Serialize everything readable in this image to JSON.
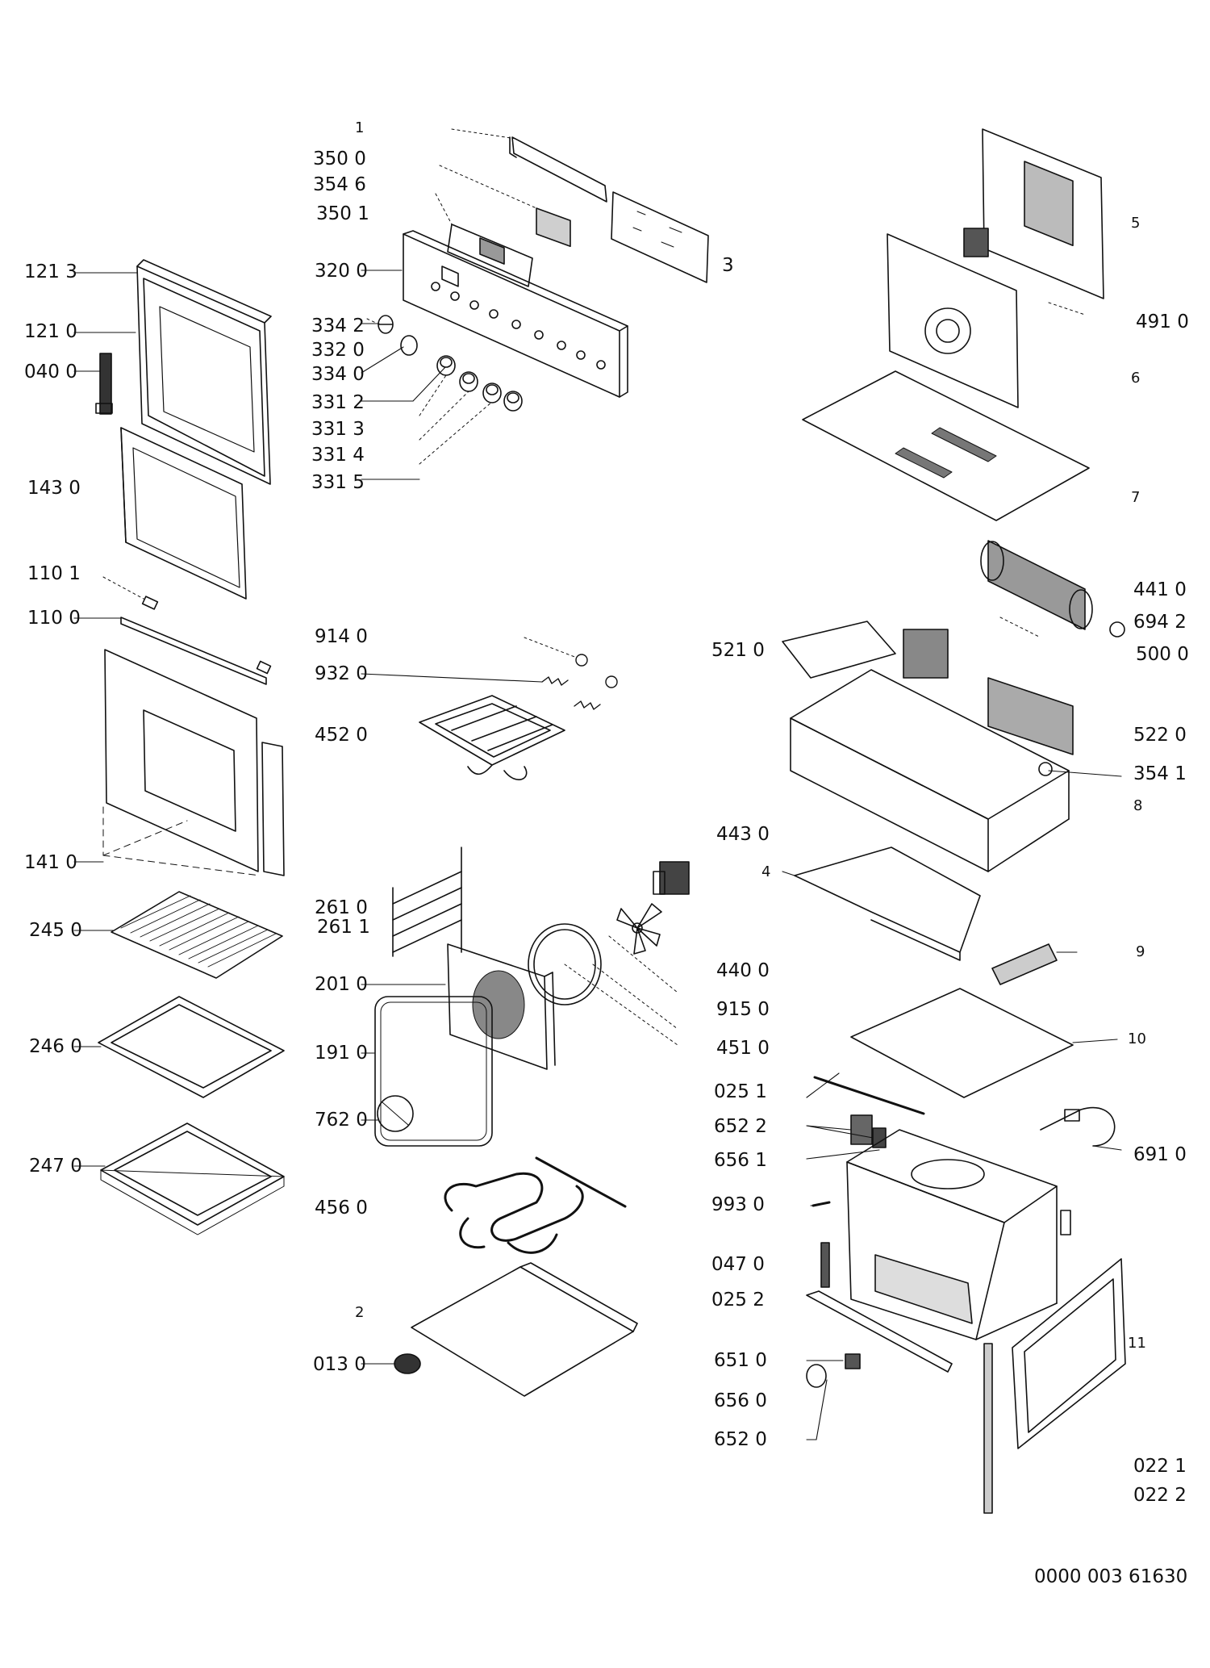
{
  "colors": {
    "ink": "#111111",
    "paper": "#ffffff",
    "hatch": "#555555"
  },
  "labels": {
    "n1": "1",
    "n2": "2",
    "n3": "3",
    "n4": "4",
    "n5": "5",
    "n6": "6",
    "n7": "7",
    "n8": "8",
    "n9": "9",
    "n10": "10",
    "n11": "11",
    "p3500": "350 0",
    "p3546": "354 6",
    "p3501": "350 1",
    "p3200": "320 0",
    "p3342": "334 2",
    "p3320": "332 0",
    "p3340": "334 0",
    "p3312": "331 2",
    "p3313": "331 3",
    "p3314": "331 4",
    "p3315": "331 5",
    "p1213": "121 3",
    "p1210": "121 0",
    "p0400": "040 0",
    "p1430": "143 0",
    "p1101": "110 1",
    "p1100": "110 0",
    "p1410": "141 0",
    "p2450": "245 0",
    "p2460": "246 0",
    "p2470": "247 0",
    "p9140": "914 0",
    "p9320": "932 0",
    "p4520": "452 0",
    "p2610": "261 0",
    "p2611": "261 1",
    "p2010": "201 0",
    "p1910": "191 0",
    "p7620": "762 0",
    "p4560": "456 0",
    "p0130": "013 0",
    "p4430": "443 0",
    "p4400": "440 0",
    "p9150": "915 0",
    "p4510": "451 0",
    "p0251": "025 1",
    "p6522": "652 2",
    "p6561": "656 1",
    "p9930": "993 0",
    "p0470": "047 0",
    "p0252": "025 2",
    "p6510": "651 0",
    "p6560": "656 0",
    "p6520": "652 0",
    "p4910": "491 0",
    "p4410": "441 0",
    "p6942": "694 2",
    "p5210": "521 0",
    "p5000": "500 0",
    "p5220": "522 0",
    "p3541": "354 1",
    "p6910": "691 0",
    "p0221": "022 1",
    "p0222": "022 2",
    "docnum": "0000 003 61630"
  }
}
